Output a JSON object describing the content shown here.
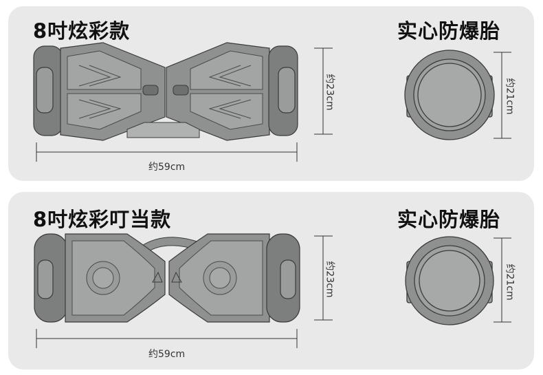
{
  "sections": [
    {
      "title": "8吋炫彩款",
      "tire_label": "实心防爆胎",
      "width_label": "约59cm",
      "height_label": "约23cm",
      "tire_size_label": "约21cm"
    },
    {
      "title": "8吋炫彩叮当款",
      "tire_label": "实心防爆胎",
      "width_label": "约59cm",
      "height_label": "约23cm",
      "tire_size_label": "约21cm"
    }
  ],
  "colors": {
    "panel_bg": "#e9e9e9",
    "body_gray": "#8f9190",
    "body_light": "#a3a5a4",
    "outline": "#3a3a3a"
  }
}
